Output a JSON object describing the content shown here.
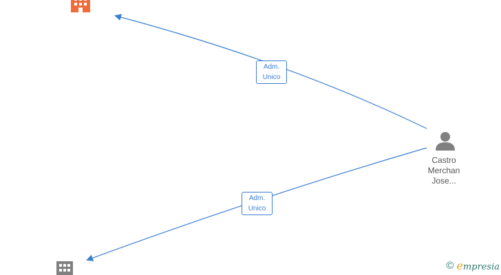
{
  "nodes": {
    "company_top": {
      "icon": "building-icon",
      "color": "#f26b3a"
    },
    "company_bottom": {
      "icon": "building-icon",
      "color": "#808080"
    },
    "person": {
      "icon": "person-icon",
      "color": "#808080",
      "name_lines": [
        "Castro",
        "Merchan",
        "Jose..."
      ]
    }
  },
  "edges": [
    {
      "from": "person",
      "to": "company_top",
      "label_lines": [
        "Adm.",
        "Unico"
      ]
    },
    {
      "from": "person",
      "to": "company_bottom",
      "label_lines": [
        "Adm.",
        "Unico"
      ]
    }
  ],
  "colors": {
    "edge": "#3b7fd4"
  },
  "footer": {
    "copyright_symbol": "©",
    "brand_first_letter": "e",
    "brand_rest": "mpresia"
  }
}
